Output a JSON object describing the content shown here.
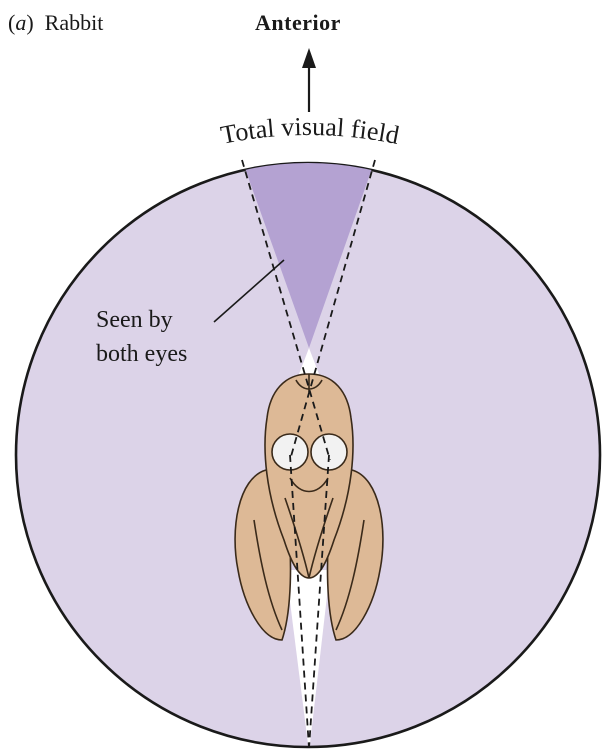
{
  "figure": {
    "panel_letter": "a",
    "animal": "Rabbit",
    "direction_label": "Anterior",
    "field_label": "Total visual field",
    "binocular_label_line1": "Seen by",
    "binocular_label_line2": "both eyes"
  },
  "colors": {
    "field_fill": "#dcd3e8",
    "binocular_fill": "#b4a2d2",
    "rabbit_fill": "#ddb996",
    "outline": "#1a1a1a",
    "eye_fill": "#f2f2f2",
    "blind_spot_fill": "#ffffff"
  }
}
